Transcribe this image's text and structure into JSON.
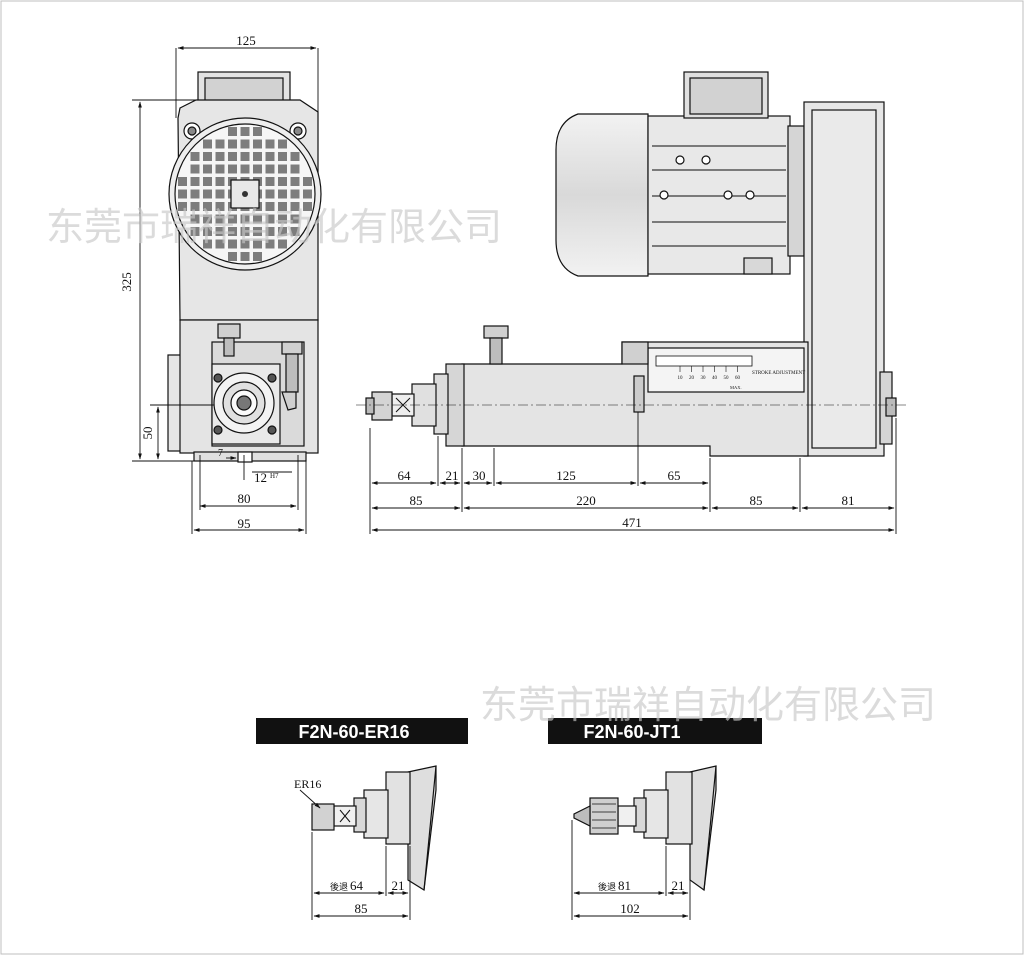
{
  "watermark": "东莞市瑞祥自动化有限公司",
  "front_view": {
    "dims": {
      "width_top": "125",
      "height_total": "325",
      "height_lower": "50",
      "bottom_7": "7",
      "bottom_12": "12",
      "bottom_12_fit": "H7",
      "bottom_80": "80",
      "bottom_95": "95"
    }
  },
  "side_view": {
    "scale_label": "STROKE ADJUSTMENT",
    "scale_ticks": [
      "10",
      "20",
      "30",
      "40",
      "50",
      "60"
    ],
    "scale_max": "MAX.",
    "dims": {
      "d64": "64",
      "d21": "21",
      "d30": "30",
      "d125": "125",
      "d65": "65",
      "d85a": "85",
      "d220": "220",
      "d85b": "85",
      "d81": "81",
      "d471": "471"
    }
  },
  "variants": [
    {
      "model": "F2N-60-ER16",
      "collet_label": "ER16",
      "dim_a_prefix": "後退",
      "dim_a": "64",
      "dim_b": "21",
      "dim_total": "85"
    },
    {
      "model": "F2N-60-JT1",
      "dim_a_prefix": "後退",
      "dim_a": "81",
      "dim_b": "21",
      "dim_total": "102"
    }
  ]
}
